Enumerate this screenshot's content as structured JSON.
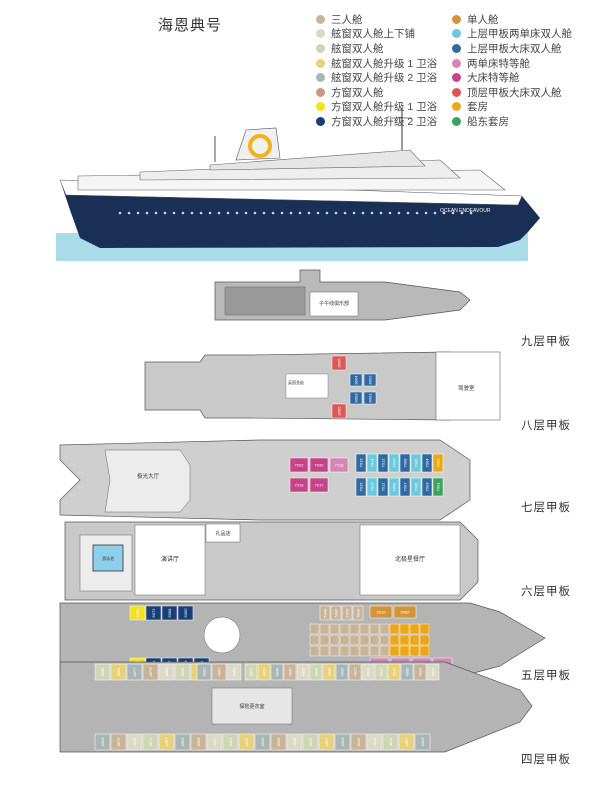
{
  "ship_name": "海恩典号",
  "legend_left": [
    {
      "label": "三人舱",
      "color": "#c9b49a"
    },
    {
      "label": "舷窗双人舱上下铺",
      "color": "#dcd9c6"
    },
    {
      "label": "舷窗双人舱",
      "color": "#cfd6b3"
    },
    {
      "label": "舷窗双人舱升级 1 卫浴",
      "color": "#e7d27c"
    },
    {
      "label": "舷窗双人舱升级 2 卫浴",
      "color": "#a8b7b6"
    },
    {
      "label": "方窗双人舱",
      "color": "#c79a7e"
    },
    {
      "label": "方窗双人舱升级 1 卫浴",
      "color": "#f4e21f"
    },
    {
      "label": "方窗双人舱升级 2 卫浴",
      "color": "#183f77"
    }
  ],
  "legend_right": [
    {
      "label": "单人舱",
      "color": "#d4943a"
    },
    {
      "label": "上层甲板两单床双人舱",
      "color": "#6cc7df"
    },
    {
      "label": "上层甲板大床双人舱",
      "color": "#2f6aa4"
    },
    {
      "label": "两单床特等舱",
      "color": "#d785b4"
    },
    {
      "label": "大床特等舱",
      "color": "#c6438a"
    },
    {
      "label": "顶层甲板大床双人舱",
      "color": "#e05555"
    },
    {
      "label": "套房",
      "color": "#eba71a"
    },
    {
      "label": "船东套房",
      "color": "#3da35a"
    }
  ],
  "ship_side_text": "OCEAN ENDEAVOUR",
  "decks": [
    {
      "label": "九层甲板",
      "areas": [
        "子午线俱乐部"
      ],
      "cabins": []
    },
    {
      "label": "八层甲板",
      "areas": [
        "驾驶室",
        "英国圣徒"
      ],
      "cabins": [
        "8006",
        "8005",
        "8004",
        "8003",
        "8002",
        "8001"
      ]
    },
    {
      "label": "七层甲板",
      "areas": [
        "极光大厅"
      ],
      "cabins": [
        "7022",
        "7020",
        "7018",
        "7019",
        "7017",
        "7016",
        "7014",
        "7012",
        "7010",
        "7008",
        "7006",
        "7004",
        "7002",
        "7015",
        "7013",
        "7011",
        "7009",
        "7007",
        "7005",
        "7003",
        "7001"
      ]
    },
    {
      "label": "六层甲板",
      "areas": [
        "游泳池",
        "演讲厅",
        "礼品店",
        "北极星餐厅"
      ],
      "cabins": []
    },
    {
      "label": "五层甲板",
      "areas": [],
      "cabins": [
        "5080",
        "5072",
        "5068",
        "5060",
        "5048",
        "5036",
        "5028",
        "5018",
        "5010",
        "5002",
        "5079",
        "5071",
        "5067",
        "5059",
        "5051",
        "5019",
        "5013",
        "5007",
        "5001"
      ]
    },
    {
      "label": "四层甲板",
      "areas": [
        "探险更衣室"
      ],
      "cabins": [
        "4085",
        "4081",
        "4077",
        "4073",
        "4069",
        "4065",
        "4064",
        "4062",
        "4060",
        "4058",
        "4054",
        "4050",
        "4046",
        "4042",
        "4038",
        "4034",
        "4030",
        "4026",
        "4022",
        "4018",
        "4016",
        "4010",
        "4006",
        "4004",
        "4000",
        "4083",
        "4079",
        "4075",
        "4071",
        "4067",
        "4063",
        "4059",
        "4055",
        "4051",
        "4047",
        "4043",
        "4039",
        "4035",
        "4031",
        "4027",
        "4023",
        "4019",
        "4015",
        "4011",
        "4007",
        "4003"
      ]
    }
  ]
}
